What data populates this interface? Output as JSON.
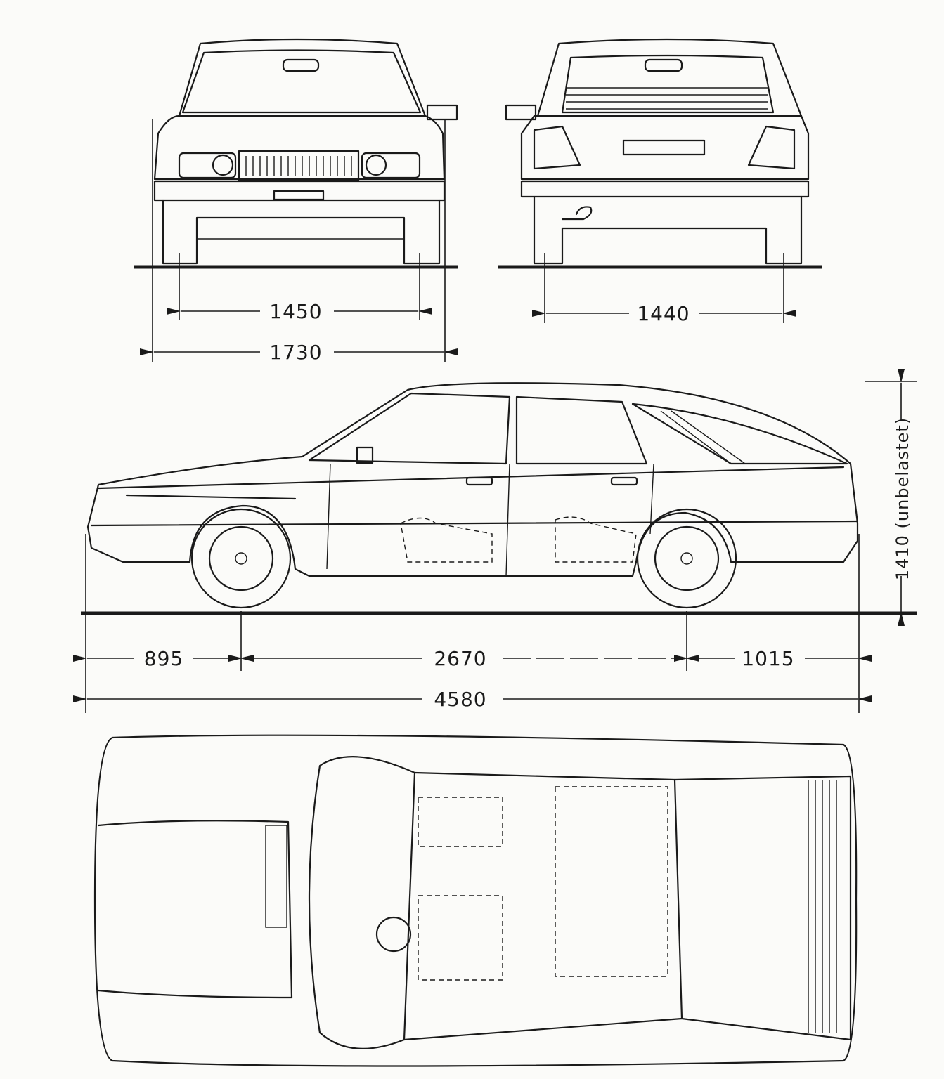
{
  "dimensions": {
    "front_track": "1450",
    "overall_width": "1730",
    "rear_track": "1440",
    "front_overhang": "895",
    "wheelbase": "2670",
    "rear_overhang": "1015",
    "overall_length": "4580",
    "height": "1410 (unbelastet)"
  },
  "colors": {
    "line": "#1a1a1a",
    "paper": "#fbfbf9"
  }
}
